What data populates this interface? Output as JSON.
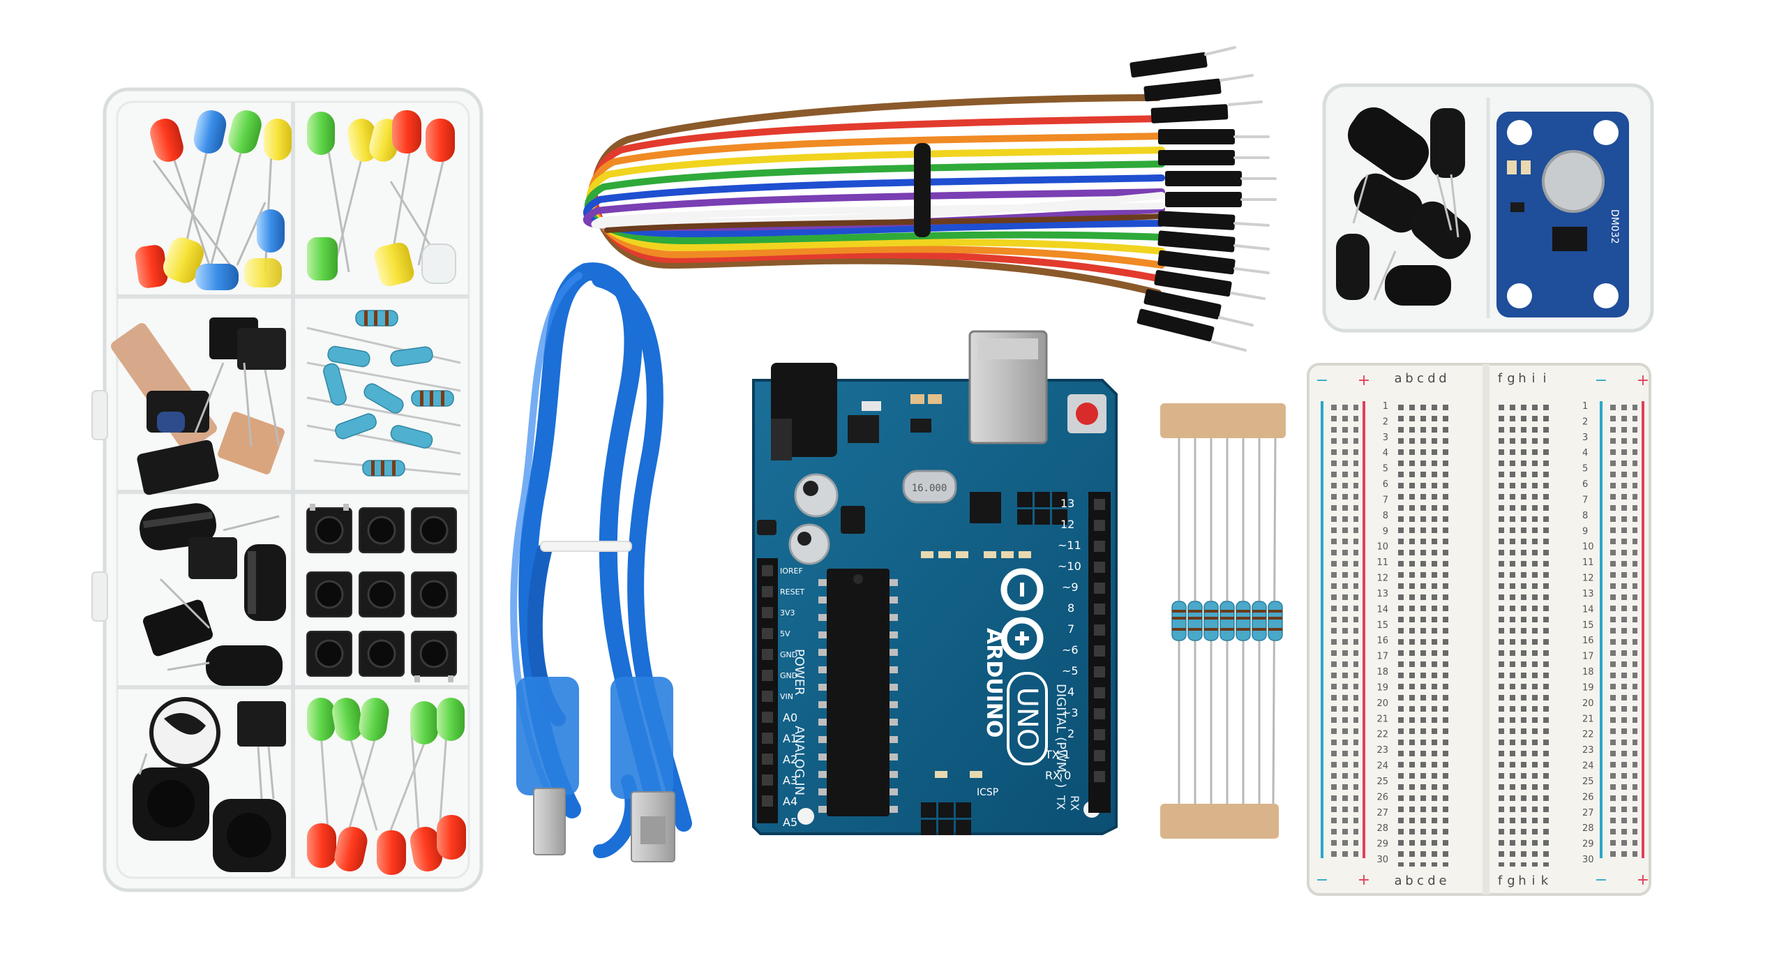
{
  "board": {
    "brand": "ARDUINO",
    "model": "UNO",
    "digital_header": "DIGITAL (PWM~)",
    "analog_header": "ANALOG IN",
    "power_header": "POWER",
    "tx": "TX",
    "rx": "RX",
    "pin_labels": [
      "13",
      "12",
      "~11",
      "~10",
      "~9",
      "8",
      "7",
      "~6",
      "~5",
      "4",
      "~3",
      "2",
      "TX 1",
      "RX 0"
    ],
    "analog_labels": [
      "A0",
      "A1",
      "A2",
      "A3",
      "A4",
      "A5"
    ],
    "power_labels": [
      "IOREF",
      "RESET",
      "3V3",
      "5V",
      "GND",
      "GND",
      "VIN"
    ],
    "icsp": "ICSP",
    "crystal": "16.000"
  },
  "breadboard": {
    "columns_left": [
      "a",
      "b",
      "c",
      "d",
      "d"
    ],
    "columns_right": [
      "f",
      "g",
      "h",
      "i",
      "i"
    ],
    "columns_left_bottom": [
      "a",
      "b",
      "c",
      "d",
      "e"
    ],
    "columns_right_bottom": [
      "f",
      "g",
      "h",
      "i",
      "k"
    ],
    "minus": "−",
    "plus": "+",
    "rows": 30
  },
  "sensor_board": {
    "label": "DM032"
  },
  "colors": {
    "board_blue": "#0f5e86",
    "usb_blue": "#1b6fd6",
    "breadboard": "#f4f3ee",
    "rail_red": "#e0405a",
    "rail_blue": "#2aa7c8"
  }
}
